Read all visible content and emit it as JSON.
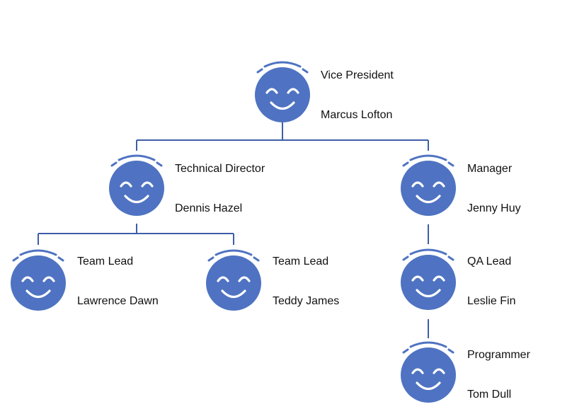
{
  "org_chart": {
    "nodes": [
      {
        "id": "vp",
        "title": "Vice President",
        "name": "Marcus Lofton",
        "parent": null
      },
      {
        "id": "td",
        "title": "Technical Director",
        "name": "Dennis Hazel",
        "parent": "vp"
      },
      {
        "id": "mgr",
        "title": "Manager",
        "name": "Jenny Huy",
        "parent": "vp"
      },
      {
        "id": "tl1",
        "title": "Team Lead",
        "name": "Lawrence Dawn",
        "parent": "td"
      },
      {
        "id": "tl2",
        "title": "Team Lead",
        "name": "Teddy James",
        "parent": "td"
      },
      {
        "id": "qa",
        "title": "QA Lead",
        "name": "Leslie Fin",
        "parent": "mgr"
      },
      {
        "id": "prog",
        "title": "Programmer",
        "name": "Tom Dull",
        "parent": "qa"
      }
    ]
  },
  "colors": {
    "avatar": "#4f73c2",
    "connector": "#3f5ea8",
    "text": "#111111"
  },
  "icon": "smiley-face-icon"
}
